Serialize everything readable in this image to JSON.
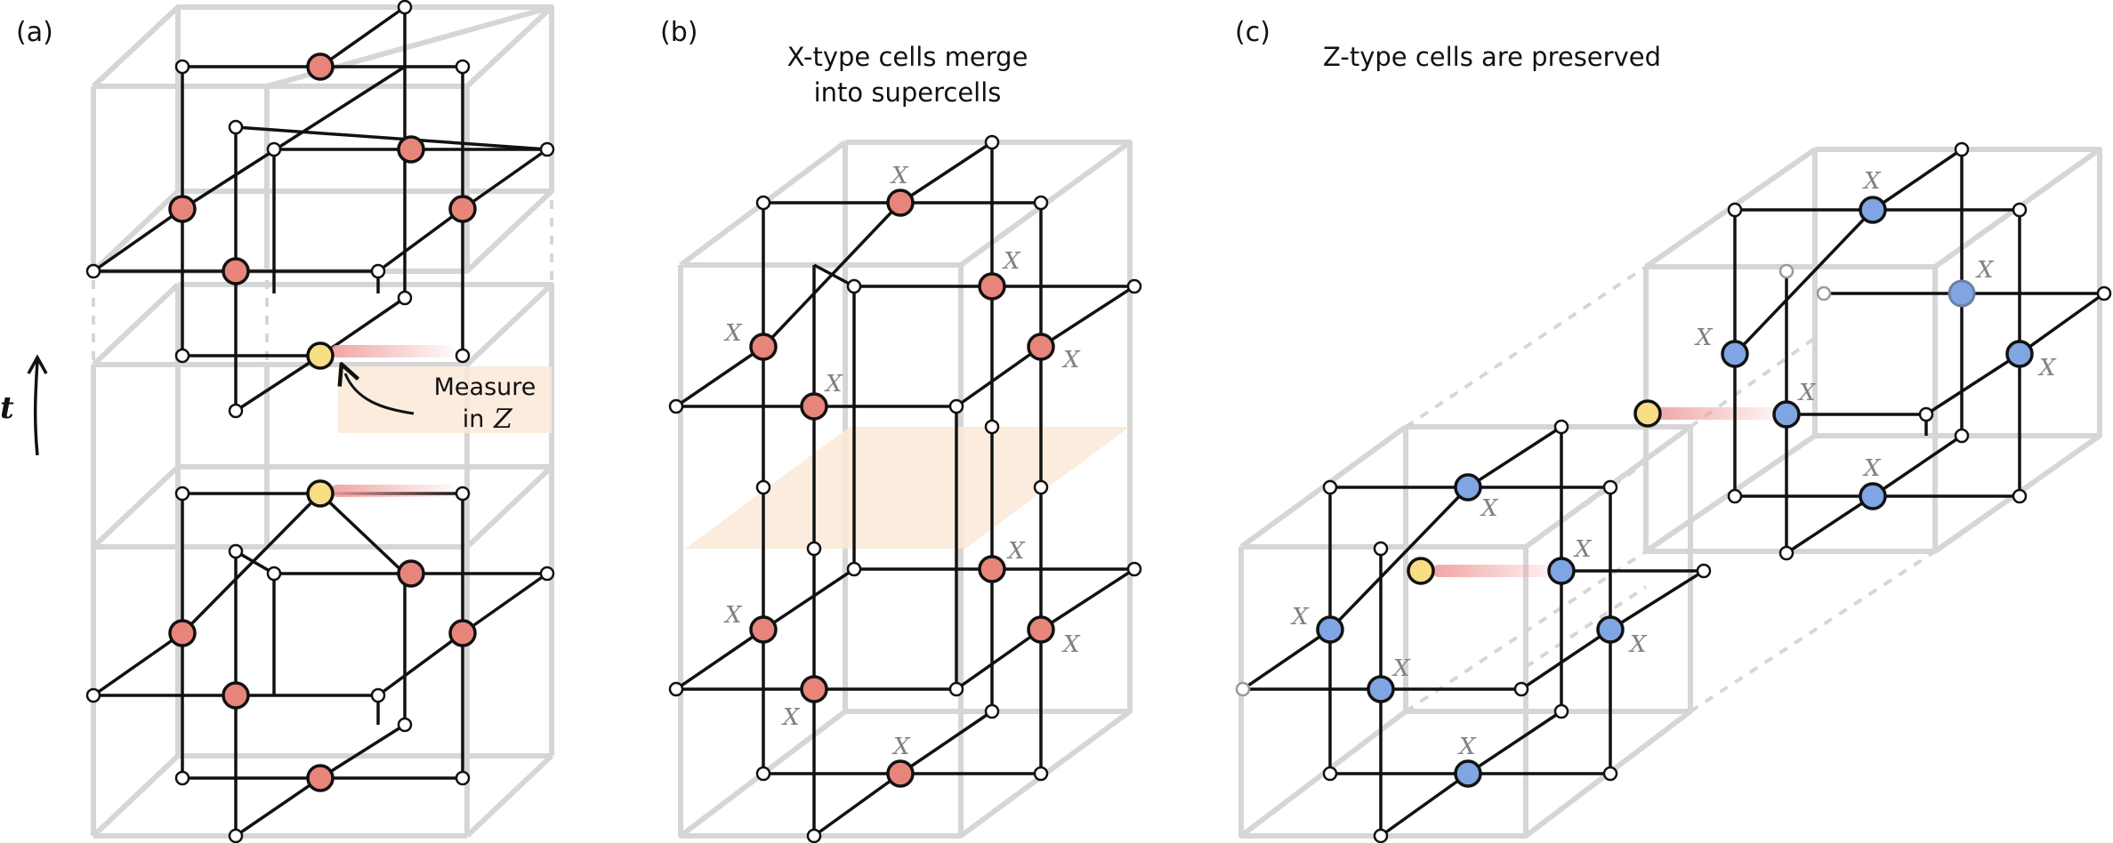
{
  "panels": {
    "a": {
      "label": "(a)",
      "time_label": "t",
      "measure_line1": "Measure",
      "measure_line2": "in",
      "measure_basis": "Z"
    },
    "b": {
      "label": "(b)",
      "caption_line1": "X-type cells merge",
      "caption_line2": "into supercells",
      "x_label": "X"
    },
    "c": {
      "label": "(c)",
      "caption": "Z-type cells are preserved",
      "x_label": "X"
    }
  },
  "colors": {
    "x_qubit": "#e8857a",
    "z_qubit": "#7fa5e3",
    "measured_qubit": "#f7dd83",
    "frame": "#d6d6d6",
    "measurement_region": "#fce9d8",
    "measurement_link": "#f0a0a0"
  },
  "icons": {
    "time_arrow": "arrow-up-icon",
    "measure_pointer": "curved-arrow-icon"
  }
}
